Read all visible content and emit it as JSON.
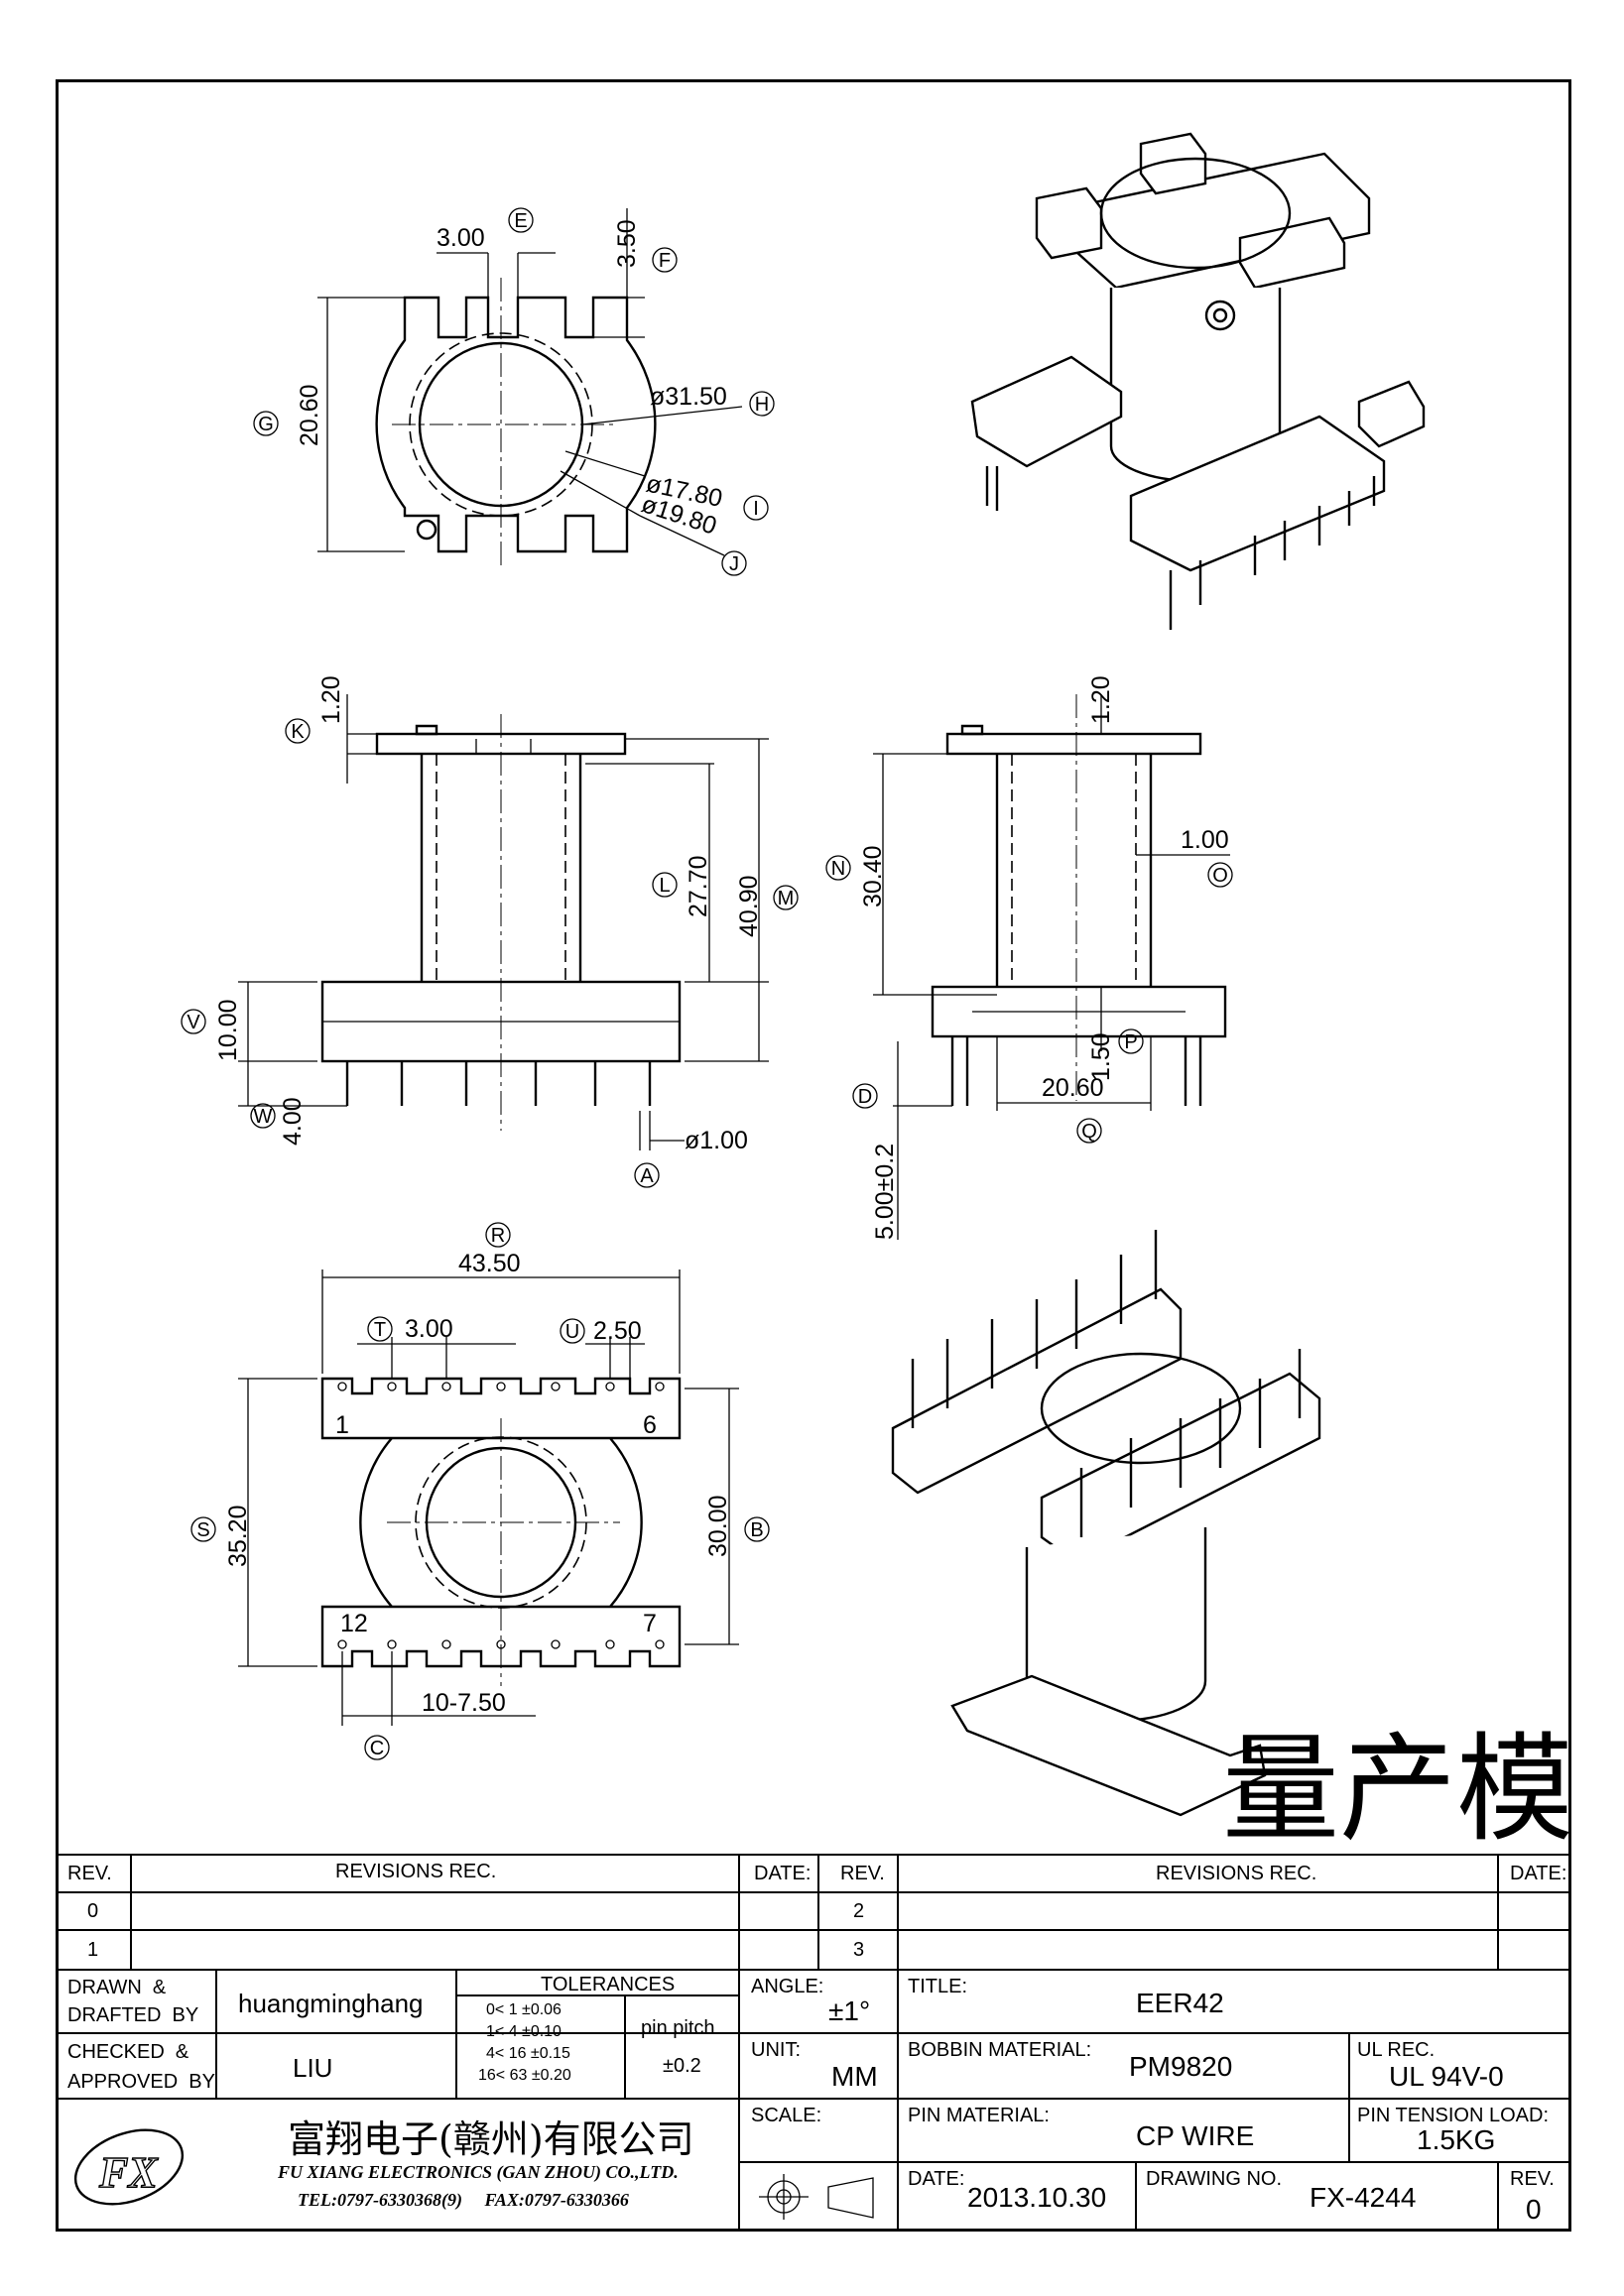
{
  "drawing": {
    "top_view": {
      "dims": {
        "e_width": "3.00",
        "f_height": "3.50",
        "g_height": "20.60",
        "h_dia": "ø31.50",
        "i_dia": "ø17.80",
        "j_dia": "ø19.80"
      },
      "tags": [
        "E",
        "F",
        "G",
        "H",
        "I",
        "J"
      ]
    },
    "front_view": {
      "dims": {
        "k": "1.20",
        "l": "27.70",
        "m": "40.90",
        "v": "10.00",
        "w": "4.00",
        "a": "ø1.00"
      },
      "tags": [
        "K",
        "L",
        "M",
        "V",
        "W",
        "A"
      ]
    },
    "side_view": {
      "dims": {
        "top": "1.20",
        "n": "30.40",
        "o": "1.00",
        "p": "1.50",
        "q": "20.60",
        "d": "5.00±0.2"
      },
      "tags": [
        "N",
        "O",
        "P",
        "Q",
        "D"
      ]
    },
    "bottom_view": {
      "dims": {
        "r": "43.50",
        "t": "3.00",
        "u": "2.50",
        "s": "35.20",
        "b": "30.00",
        "c": "10-7.50"
      },
      "tags": [
        "R",
        "T",
        "U",
        "S",
        "B",
        "C"
      ],
      "pins": {
        "p1": "1",
        "p6": "6",
        "p12": "12",
        "p7": "7"
      }
    },
    "stamp": "量产模"
  },
  "title_block": {
    "rev_header": {
      "rev": "REV.",
      "revisions": "REVISIONS   REC.",
      "date": "DATE:"
    },
    "rev_rows": [
      "0",
      "1",
      "2",
      "3"
    ],
    "drawn_label": "DRAWN  &\nDRAFTED  BY",
    "drawn_value": "huangminghang",
    "checked_label": "CHECKED  &\nAPPROVED  BY",
    "checked_value": "LIU",
    "tolerances": {
      "title": "TOLERANCES",
      "rows": [
        "0<   1   ±0.06",
        "1<   4   ±0.10",
        "4<  16  ±0.15",
        "16<  63  ±0.20"
      ],
      "pin_pitch_label": "pin  pitch",
      "pin_pitch_value": "±0.2"
    },
    "angle_label": "ANGLE:",
    "angle_value": "±1°",
    "unit_label": "UNIT:",
    "unit_value": "MM",
    "scale_label": "SCALE:",
    "title_label": "TITLE:",
    "title_value": "EER42",
    "bobbin_label": "BOBBIN  MATERIAL:",
    "bobbin_value": "PM9820",
    "ul_label": "UL  REC.",
    "ul_value": "UL  94V-0",
    "pin_mat_label": "PIN  MATERIAL:",
    "pin_mat_value": "CP  WIRE",
    "pin_tension_label": "PIN  TENSION  LOAD:",
    "pin_tension_value": "1.5KG",
    "date_label": "DATE:",
    "date_value": "2013.10.30",
    "drawing_no_label": "DRAWING  NO.",
    "drawing_no_value": "FX-4244",
    "rev_label": "REV.",
    "rev_value": "0",
    "company_cn": "富翔电子(赣州)有限公司",
    "company_en": "FU  XIANG  ELECTRONICS  (GAN  ZHOU)  CO.,LTD.",
    "company_contact": "TEL:0797-6330368(9)     FAX:0797-6330366",
    "logo_text": "FX"
  }
}
